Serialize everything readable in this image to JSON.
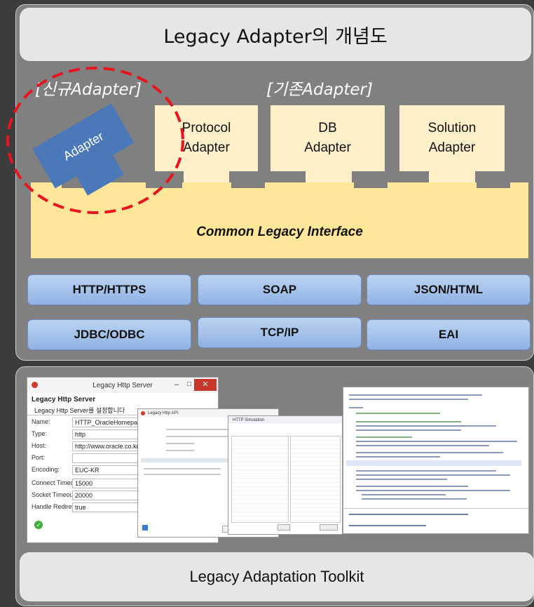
{
  "top_panel": {
    "title": "Legacy Adapter의 개념도",
    "new_label": "[신규Adapter]",
    "existing_label": "[기존Adapter]",
    "new_adapter": "Adapter",
    "existing_adapters": [
      "Protocol\nAdapter",
      "DB\nAdapter",
      "Solution\nAdapter"
    ],
    "common_interface": "Common Legacy Interface",
    "protocols": [
      "HTTP/HTTPS",
      "SOAP",
      "JSON/HTML",
      "JDBC/ODBC",
      "TCP/IP",
      "EAI"
    ]
  },
  "bottom_panel": {
    "title": "Legacy Adaptation Toolkit",
    "server_window": {
      "title": "Legacy Http Server",
      "heading": "Legacy Http Server",
      "subheading": "Legacy Http Server를 설정합니다",
      "fields": [
        {
          "label": "Name:",
          "value": "HTTP_OracleHomepage"
        },
        {
          "label": "Type:",
          "value": "http"
        },
        {
          "label": "Host:",
          "value": "http://www.oracle.co.kr/"
        },
        {
          "label": "Port:",
          "value": ""
        },
        {
          "label": "Encoding:",
          "value": "EUC-KR"
        },
        {
          "label": "Connect Timeout:",
          "value": "15000"
        },
        {
          "label": "Socket Timeout:",
          "value": "20000"
        },
        {
          "label": "Handle Redirect:",
          "value": "true"
        }
      ]
    },
    "api_window_title": "Legacy Http API",
    "simulation_title": "HTTP Simulation",
    "colors": {
      "new_adapter": "#4a78b8",
      "dashed_circle": "#e8141e",
      "existing_adapter": "#fff0c9",
      "interface": "#ffe699"
    }
  }
}
